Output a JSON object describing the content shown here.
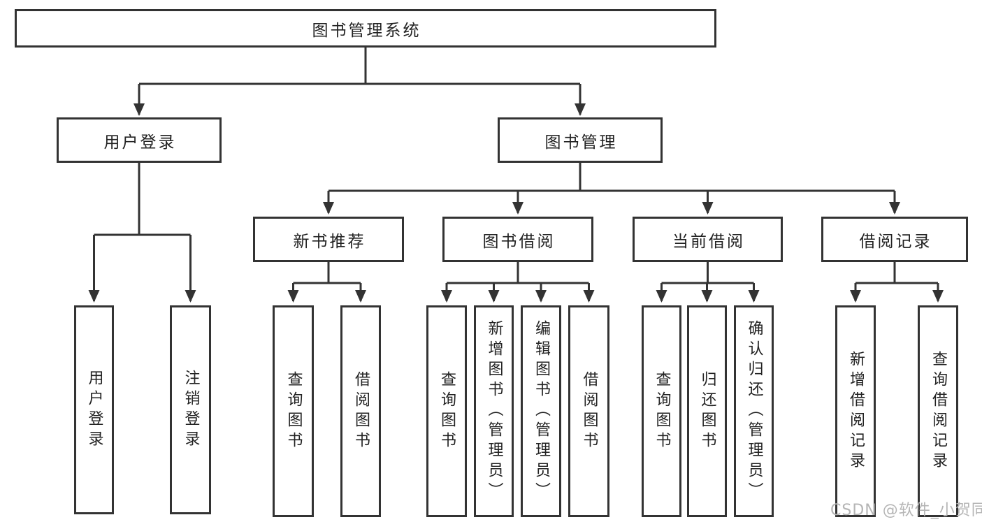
{
  "diagram_title": "图书管理系统",
  "tree": {
    "label": "图书管理系统",
    "children": [
      {
        "label": "用户登录",
        "children": [
          {
            "label": "用户登录"
          },
          {
            "label": "注销登录"
          }
        ]
      },
      {
        "label": "图书管理",
        "children": [
          {
            "label": "新书推荐",
            "children": [
              {
                "label": "查询图书"
              },
              {
                "label": "借阅图书"
              }
            ]
          },
          {
            "label": "图书借阅",
            "children": [
              {
                "label": "查询图书"
              },
              {
                "label": "新增图书（管理员）"
              },
              {
                "label": "编辑图书（管理员）"
              },
              {
                "label": "借阅图书"
              }
            ]
          },
          {
            "label": "当前借阅",
            "children": [
              {
                "label": "查询图书"
              },
              {
                "label": "归还图书"
              },
              {
                "label": "确认归还（管理员）"
              }
            ]
          },
          {
            "label": "借阅记录",
            "children": [
              {
                "label": "新增借阅记录"
              },
              {
                "label": "查询借阅记录"
              }
            ]
          }
        ]
      }
    ]
  },
  "watermark": {
    "text": "CSDN @软件_小贺同学"
  },
  "colors": {
    "line": "#333333",
    "box_border": "#333333",
    "box_fill": "#ffffff",
    "text": "#222222",
    "watermark": "#b5b5b5",
    "background": "#ffffff"
  }
}
